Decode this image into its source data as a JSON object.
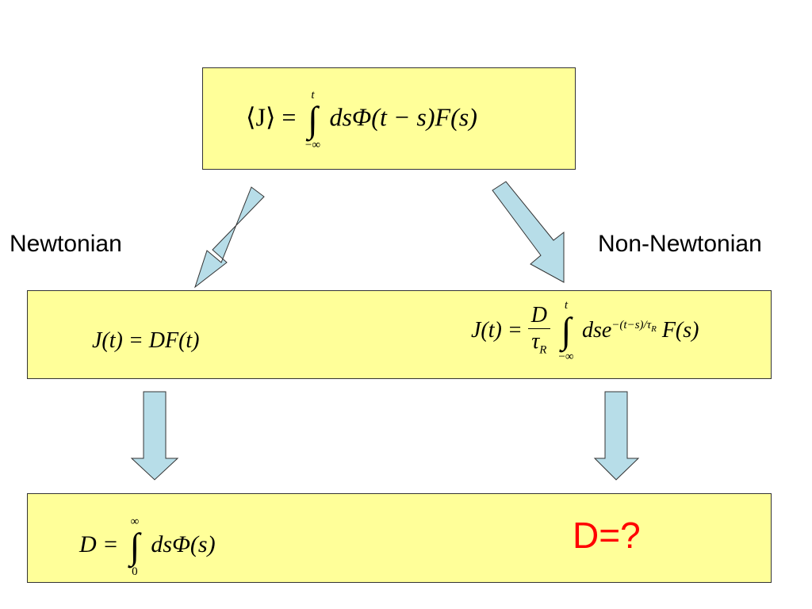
{
  "labels": {
    "newtonian": "Newtonian",
    "non_newtonian": "Non-Newtonian"
  },
  "equations": {
    "top": {
      "lhs": "⟨J⟩ =",
      "integral_upper": "t",
      "integral_lower": "−∞",
      "integrand": "dsΦ(t − s)F(s)"
    },
    "newtonian": {
      "text": "J(t) = DF(t)"
    },
    "non_newtonian": {
      "lhs": "J(t) =",
      "frac_num": "D",
      "frac_den": "τ",
      "frac_den_sub": "R",
      "integral_upper": "t",
      "integral_lower": "−∞",
      "integrand_pre": "dse",
      "exponent": "−(t−s)/τ",
      "exponent_sub": "R",
      "integrand_post": "F(s)"
    },
    "diffusion": {
      "lhs": "D =",
      "integral_upper": "∞",
      "integral_lower": "0",
      "integrand": "dsΦ(s)"
    },
    "unknown": "D=?"
  },
  "colors": {
    "box_fill": "#ffff99",
    "arrow_fill": "#b7dde8",
    "question": "#ff0000"
  }
}
